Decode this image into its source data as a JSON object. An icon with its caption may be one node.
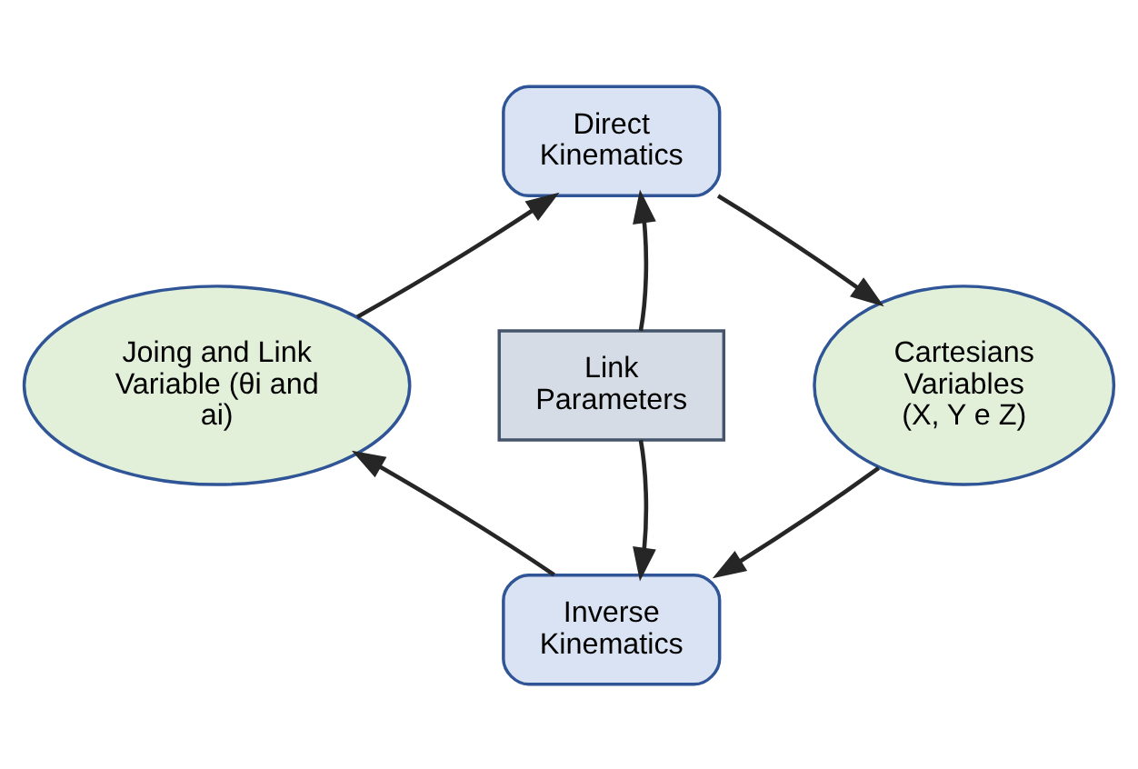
{
  "diagram": {
    "nodes": [
      {
        "text": [
          "Direct Kinematics"
        ]
      },
      {
        "text": [
          "Joing and Link Variable (θi and ai)"
        ]
      },
      {
        "text": [
          "Link Parameters"
        ]
      },
      {
        "text": [
          "Cartesians Variables (X, Y e Z)"
        ]
      },
      {
        "text": [
          "Inverse Kinematics"
        ]
      }
    ],
    "edges": [
      {
        "from": 1,
        "to": 0,
        "arrow": "to"
      },
      {
        "from": 0,
        "to": 3,
        "arrow": "to"
      },
      {
        "from": 3,
        "to": 4,
        "arrow": "to"
      },
      {
        "from": 4,
        "to": 1,
        "arrow": "to"
      },
      {
        "from": 2,
        "to": 0,
        "arrow": "to"
      },
      {
        "from": 2,
        "to": 4,
        "arrow": "to"
      }
    ]
  }
}
